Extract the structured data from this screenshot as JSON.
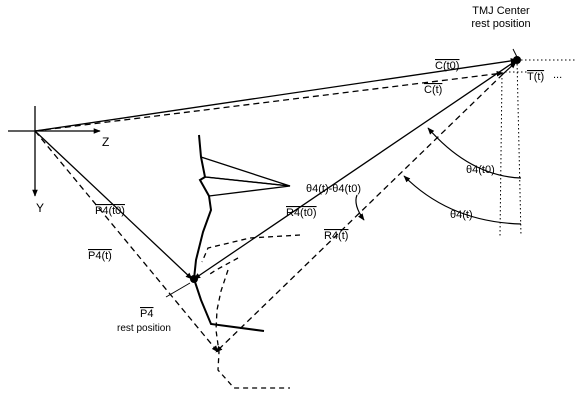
{
  "labels": {
    "tmj_center_line1": "TMJ Center",
    "tmj_center_line2": "rest position",
    "c_t0": "C(t0)",
    "c_t": "C(t)",
    "t_t": "T(t)",
    "z_axis": "Z",
    "y_axis": "Y",
    "p4_t0": "P4(t0)",
    "p4_t": "P4(t)",
    "p4_rest_symbol": "P4",
    "p4_rest_caption": "rest position",
    "r4_t0": "R4(t0)",
    "r4_t": "R4(t)",
    "theta_diff": "θ4(t)-θ4(t0)",
    "theta4_t0": "θ4(t0)",
    "theta4_t": "θ4(t)",
    "dots": "..."
  }
}
